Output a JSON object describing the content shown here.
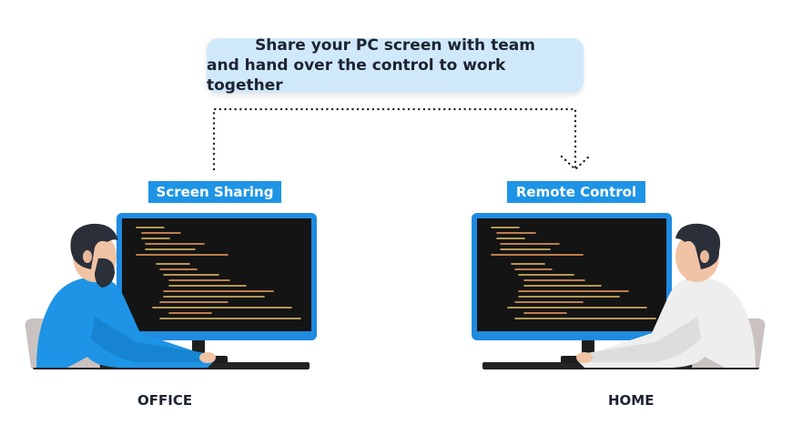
{
  "banner": {
    "line1": "Share your PC screen with team",
    "line2": "and hand over the control to work together"
  },
  "left": {
    "tag": "Screen Sharing",
    "caption": "OFFICE"
  },
  "right": {
    "tag": "Remote Control",
    "caption": "HOME"
  },
  "colors": {
    "accent": "#1e94e6",
    "banner_bg": "#cfe9fb",
    "monitor_frame": "#1f8be0",
    "screen_bg": "#141414",
    "text_dark": "#1d2330"
  },
  "icons": [
    "dotted-arrow-icon",
    "monitor-icon",
    "person-icon",
    "chair-icon"
  ]
}
